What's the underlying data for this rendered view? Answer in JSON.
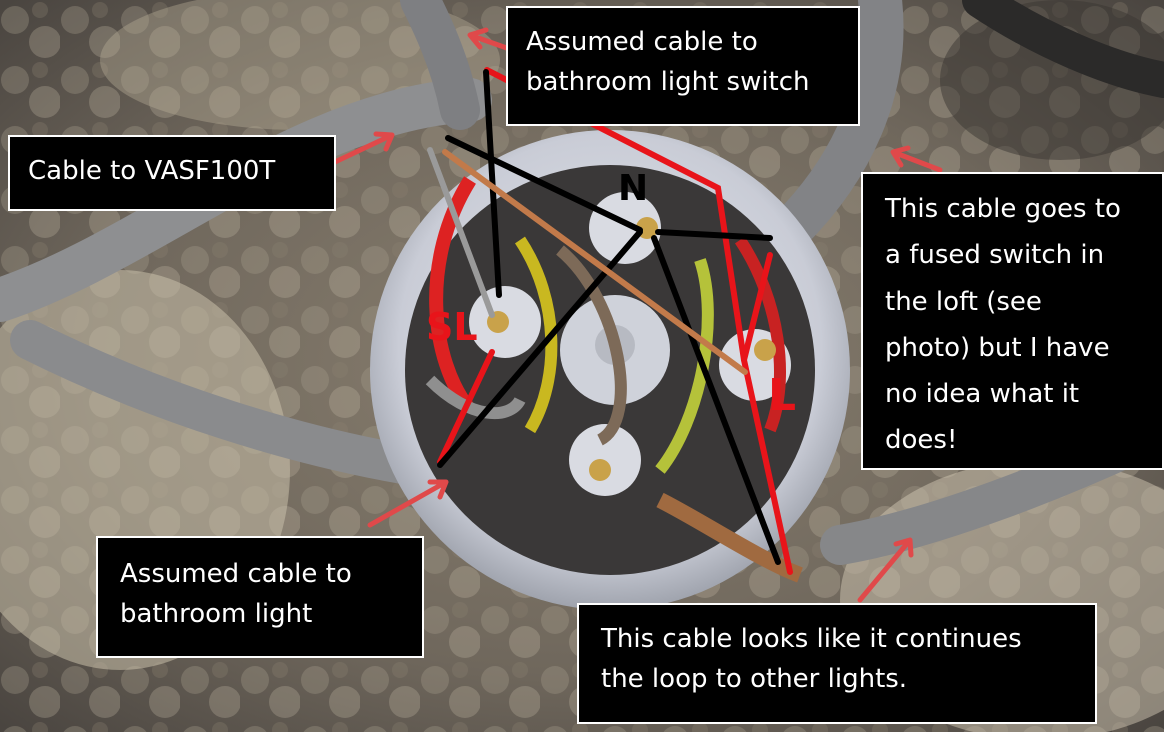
{
  "callouts": {
    "switch_cable": [
      "Assumed cable to",
      "bathroom light switch"
    ],
    "vasf_cable": [
      "Cable to VASF100T"
    ],
    "fused_cable": [
      "This cable goes to",
      "a fused switch in",
      "the loft (see",
      "photo) but I have",
      "no idea what it",
      "does!"
    ],
    "light_cable": [
      "Assumed cable to",
      "bathroom light"
    ],
    "loop_cable": [
      "This cable looks like it continues",
      "the loop to other lights."
    ]
  },
  "terminal_labels": {
    "neutral": "N",
    "switched_live": "SL",
    "live": "L"
  },
  "colors": {
    "arrow": "#e0494a",
    "live_wire": "#e8141a",
    "neutral_wire": "#000000",
    "grey_wire": "#9a9a9a",
    "brown_wire": "#c27a4a",
    "callout_bg": "#000000",
    "callout_text": "#ffffff"
  }
}
